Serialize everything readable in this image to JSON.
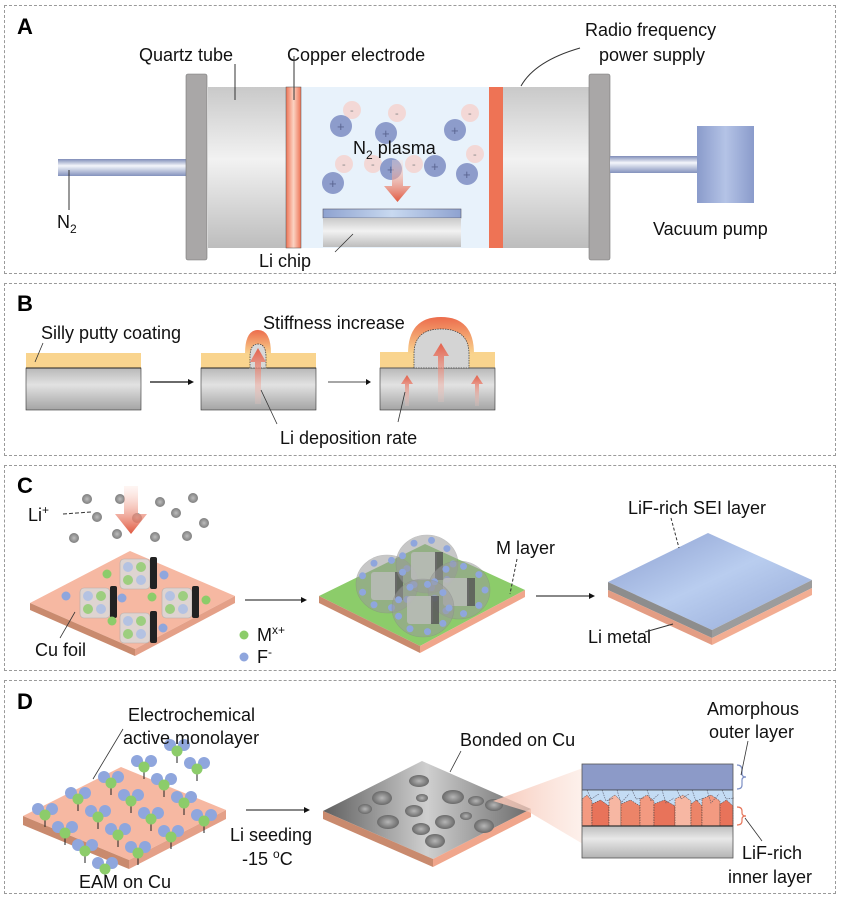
{
  "figure": {
    "panels": [
      {
        "letter": "A",
        "labels": {
          "quartz_tube": "Quartz tube",
          "copper_electrode": "Copper electrode",
          "rf_power_line1": "Radio frequency",
          "rf_power_line2": "power supply",
          "n2": "N",
          "n2_sub": "2",
          "plasma_prefix": "N",
          "plasma_sub": "2",
          "plasma_suffix": " plasma",
          "li_chip": "Li chip",
          "vacuum_pump": "Vacuum pump",
          "plus": "+",
          "minus": "-"
        }
      },
      {
        "letter": "B",
        "labels": {
          "coating": "Silly putty coating",
          "stiffness": "Stiffness increase",
          "deposition": "Li deposition rate"
        }
      },
      {
        "letter": "C",
        "labels": {
          "li_ion": "Li",
          "li_ion_sup": "+",
          "cu_foil": "Cu foil",
          "m_ion": "M",
          "m_ion_sup": "x+",
          "f_ion": "F",
          "f_ion_sup": "-",
          "m_layer": "M layer",
          "sei_layer": "LiF-rich SEI layer",
          "li_metal": "Li metal"
        }
      },
      {
        "letter": "D",
        "labels": {
          "eam_line1": "Electrochemical",
          "eam_line2": "active monolayer",
          "eam_on_cu": "EAM on Cu",
          "seeding_line1": "Li seeding",
          "seeding_temp": "-15 ",
          "seeding_deg": "o",
          "seeding_unit": "C",
          "bonded": "Bonded on Cu",
          "outer_line1": "Amorphous",
          "outer_line2": "outer layer",
          "inner_line1": "LiF-rich",
          "inner_line2": "inner layer"
        }
      }
    ],
    "colors": {
      "copper": "#f0866a",
      "cu_surface": "#f6b8a2",
      "plasma_bg": "#e6f1fa",
      "cation": "#8d9ccb",
      "anion": "#f5d3cf",
      "coating": "#f9d48e",
      "m_layer": "#8ccc6a",
      "sei": "#a9bde6",
      "metal_gray": "#c8c8c8",
      "flange": "#a9a7a7"
    }
  }
}
